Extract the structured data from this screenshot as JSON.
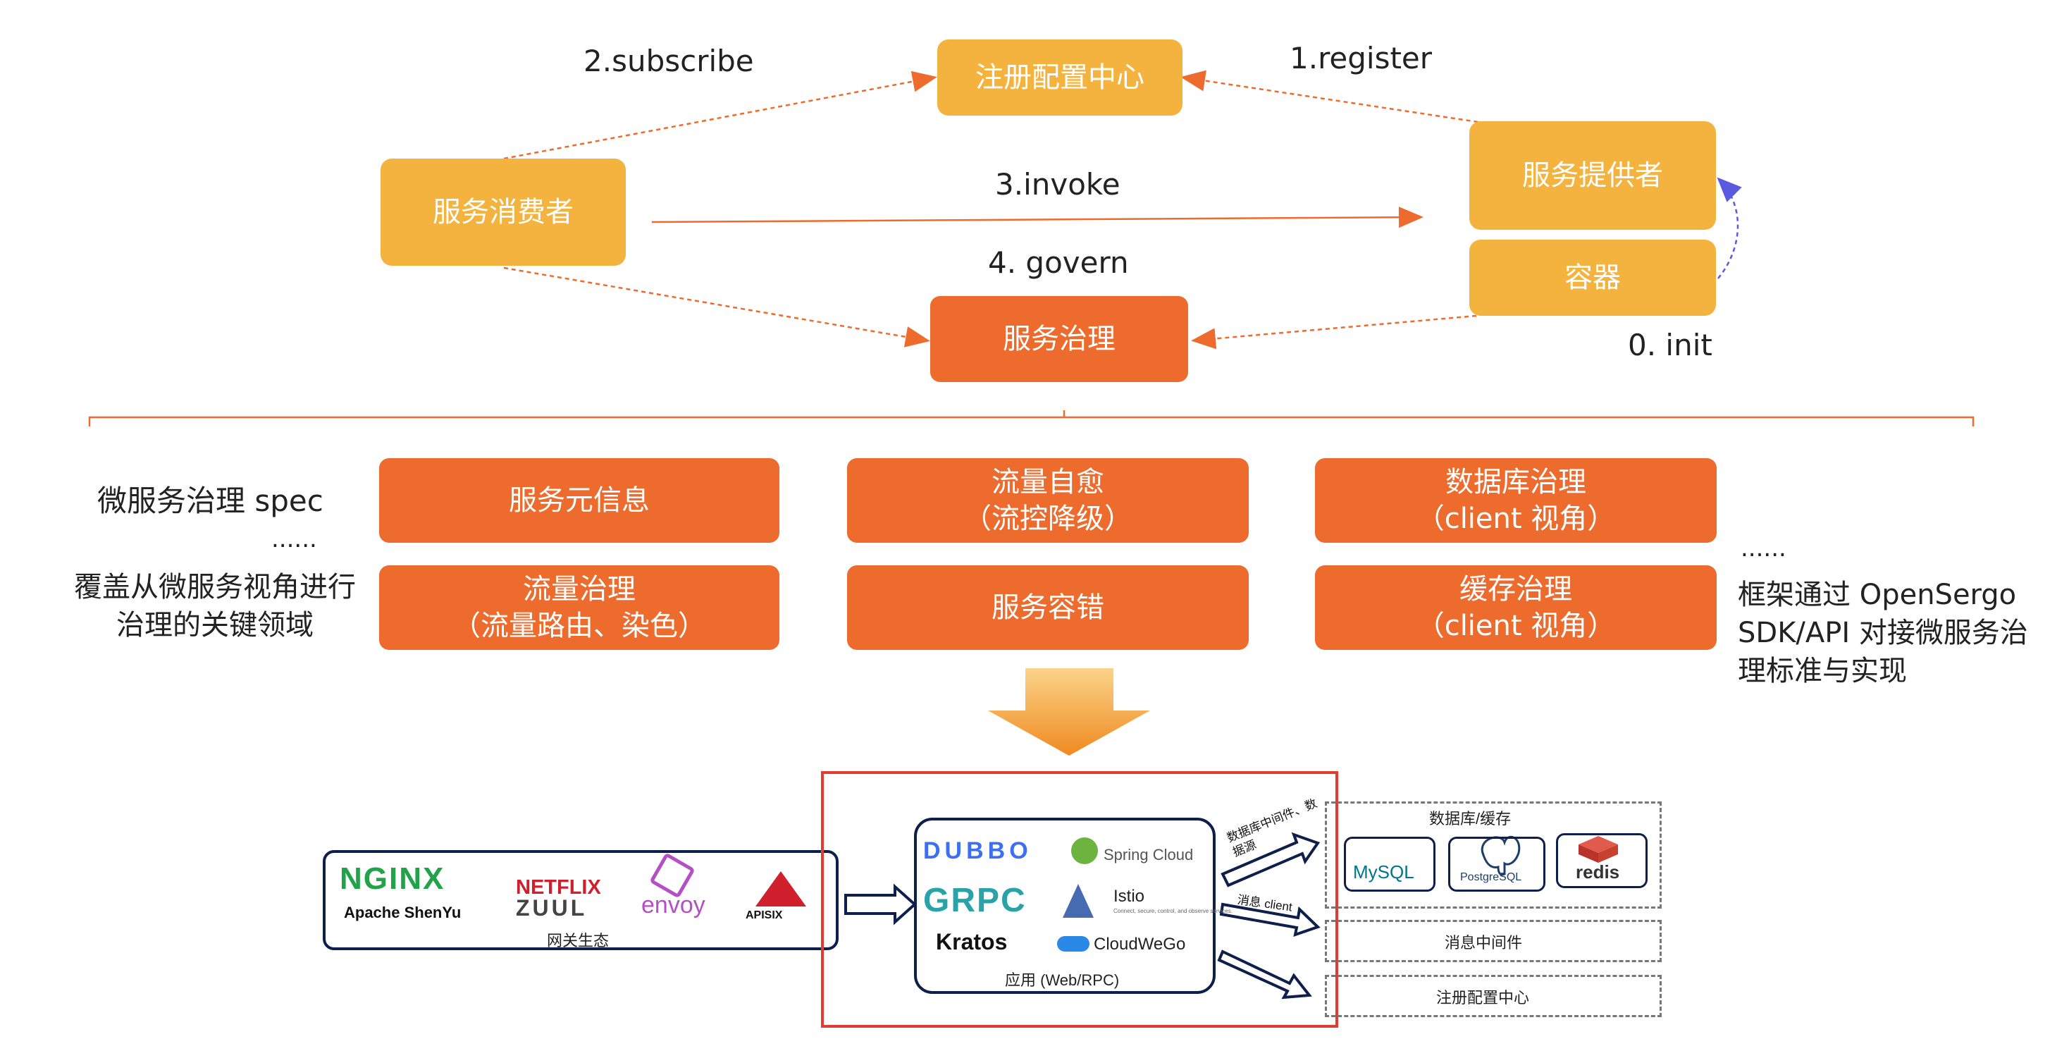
{
  "top": {
    "registry": "注册配置中心",
    "consumer": "服务消费者",
    "provider": "服务提供者",
    "container": "容器",
    "governance": "服务治理",
    "edges": {
      "subscribe": "2.subscribe",
      "register": "1.register",
      "invoke": "3.invoke",
      "govern": "4. govern",
      "init": "0. init"
    }
  },
  "spec": {
    "left_title": "微服务治理 spec",
    "left_ellipsis": "......",
    "left_desc": "覆盖从微服务视角进行\n治理的关键领域",
    "right_ellipsis": "......",
    "right_desc": "框架通过 OpenSergo\nSDK/API 对接微服务治\n理标准与实现",
    "boxes": [
      "服务元信息",
      "流量自愈\n（流控降级）",
      "数据库治理\n（client 视角）",
      "流量治理\n（流量路由、染色）",
      "服务容错",
      "缓存治理\n（client 视角）"
    ]
  },
  "bottom": {
    "gateway": {
      "logos": [
        "NGINX",
        "NETFLIX",
        "ZUUL",
        "envoy",
        "Apache ShenYu",
        "APISIX"
      ],
      "label": "网关生态"
    },
    "app": {
      "logos": [
        "DUBBO",
        "Spring Cloud",
        "GRPC",
        "Istio",
        "Connect, secure, control, and observe services.",
        "Kratos",
        "CloudWeGo"
      ],
      "label": "应用 (Web/RPC)"
    },
    "arrows": [
      "数据库中间件、数据源",
      "消息 client"
    ],
    "db": {
      "label": "数据库/缓存",
      "items": [
        "MySQL",
        "PostgreSQL",
        "redis"
      ]
    },
    "mq": "消息中间件",
    "registry": "注册配置中心"
  },
  "colors": {
    "yellow": "#f4b33f",
    "orange": "#ec6b2d",
    "navy": "#0d1f4a",
    "red_frame": "#e03c31",
    "arrow_line": "#ec6b2d",
    "init_arrow": "#5a5ae0"
  }
}
